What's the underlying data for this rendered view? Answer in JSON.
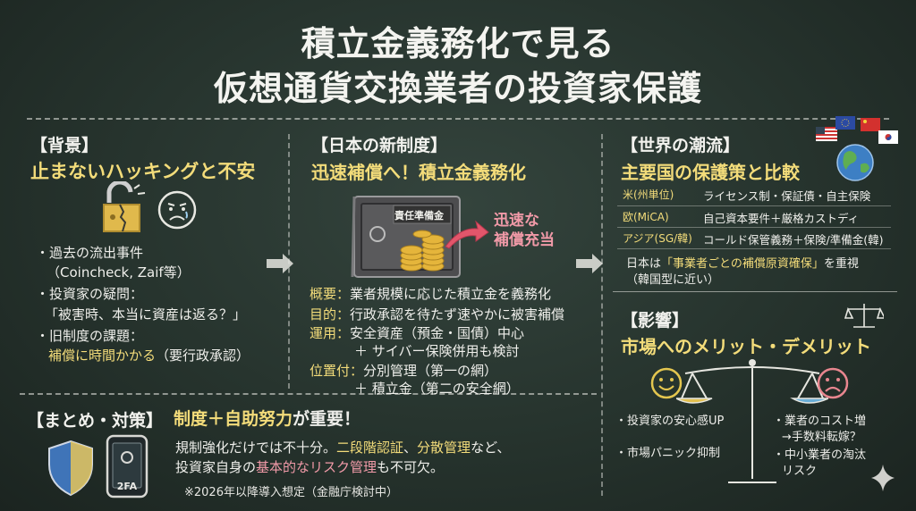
{
  "title": {
    "line1": "積立金義務化で見る",
    "line2": "仮想通貨交換業者の投資家保護"
  },
  "background": {
    "heading": "【背景】",
    "subheading": "止まないハッキングと不安",
    "bullet1": "・過去の流出事件",
    "bullet1_detail": "（Coincheck, Zaif等）",
    "bullet2": "・投資家の疑問：",
    "bullet2_quote": "「被害時、本当に資産は返る？」",
    "bullet3": "・旧制度の課題：",
    "bullet3_prefix": "補償に時間かかる",
    "bullet3_suffix": "（要行政承認）"
  },
  "japan": {
    "heading": "【日本の新制度】",
    "subheading": "迅速補償へ！積立金義務化",
    "safe_label": "責任準備金",
    "arrow_text_1": "迅速な",
    "arrow_text_2": "補償充当",
    "rows": [
      {
        "key": "概要：",
        "value": "業者規模に応じた積立金を義務化"
      },
      {
        "key": "目的：",
        "value": "行政承認を待たず速やかに被害補償"
      },
      {
        "key": "運用：",
        "value": "安全資産（預金・国債）中心"
      },
      {
        "key": "",
        "value": "＋ サイバー保険併用も検討"
      },
      {
        "key": "位置付：",
        "value": "分別管理（第一の網）"
      },
      {
        "key": "",
        "value": "＋ 積立金（第二の安全網）"
      }
    ]
  },
  "world": {
    "heading": "【世界の潮流】",
    "subheading": "主要国の保護策と比較",
    "table": [
      {
        "region": "米(州単位)",
        "policy": "ライセンス制・保証債・自主保険"
      },
      {
        "region": "欧(MiCA)",
        "policy": "自己資本要件＋厳格カストディ"
      },
      {
        "region": "アジア(SG/韓)",
        "policy": "コールド保管義務＋保険/準備金(韓)"
      }
    ],
    "note_prefix": "日本は",
    "note_highlight": "「事業者ごとの補償原資確保」",
    "note_suffix": "を重視",
    "note_line2": "（韓国型に近い）"
  },
  "impact": {
    "heading": "【影響】",
    "subheading": "市場へのメリット・デメリット",
    "merits": [
      "・投資家の安心感UP",
      "・市場パニック抑制"
    ],
    "demerits": [
      "・業者のコスト増",
      "→手数料転嫁？",
      "・中小業者の淘汰",
      "リスク"
    ]
  },
  "summary": {
    "heading": "【まとめ・対策】",
    "headline_highlight": "制度＋自助努力",
    "headline_suffix": "が重要！",
    "line1_prefix": "規制強化だけでは不十分。",
    "line1_hl1": "二段階認証",
    "line1_mid": "、",
    "line1_hl2": "分散管理",
    "line1_suffix": "など、",
    "line2_prefix": "投資家自身の",
    "line2_hl": "基本的なリスク管理",
    "line2_suffix": "も不可欠。",
    "footnote": "※2026年以降導入想定（金融庁検討中）",
    "phone_text": "2FA"
  },
  "colors": {
    "board": "#26332d",
    "chalk": "#f2f2ee",
    "yellow": "#f3dc7a",
    "pink": "#f19aa8"
  },
  "icons": [
    "broken-padlock-icon",
    "worried-face-icon",
    "safe-icon",
    "coins-icon",
    "globe-icon",
    "flag-icon",
    "scales-icon",
    "happy-face-icon",
    "sad-face-icon",
    "balance-icon",
    "shield-icon",
    "phone-icon",
    "sparkle-icon",
    "arrow-right-icon"
  ]
}
